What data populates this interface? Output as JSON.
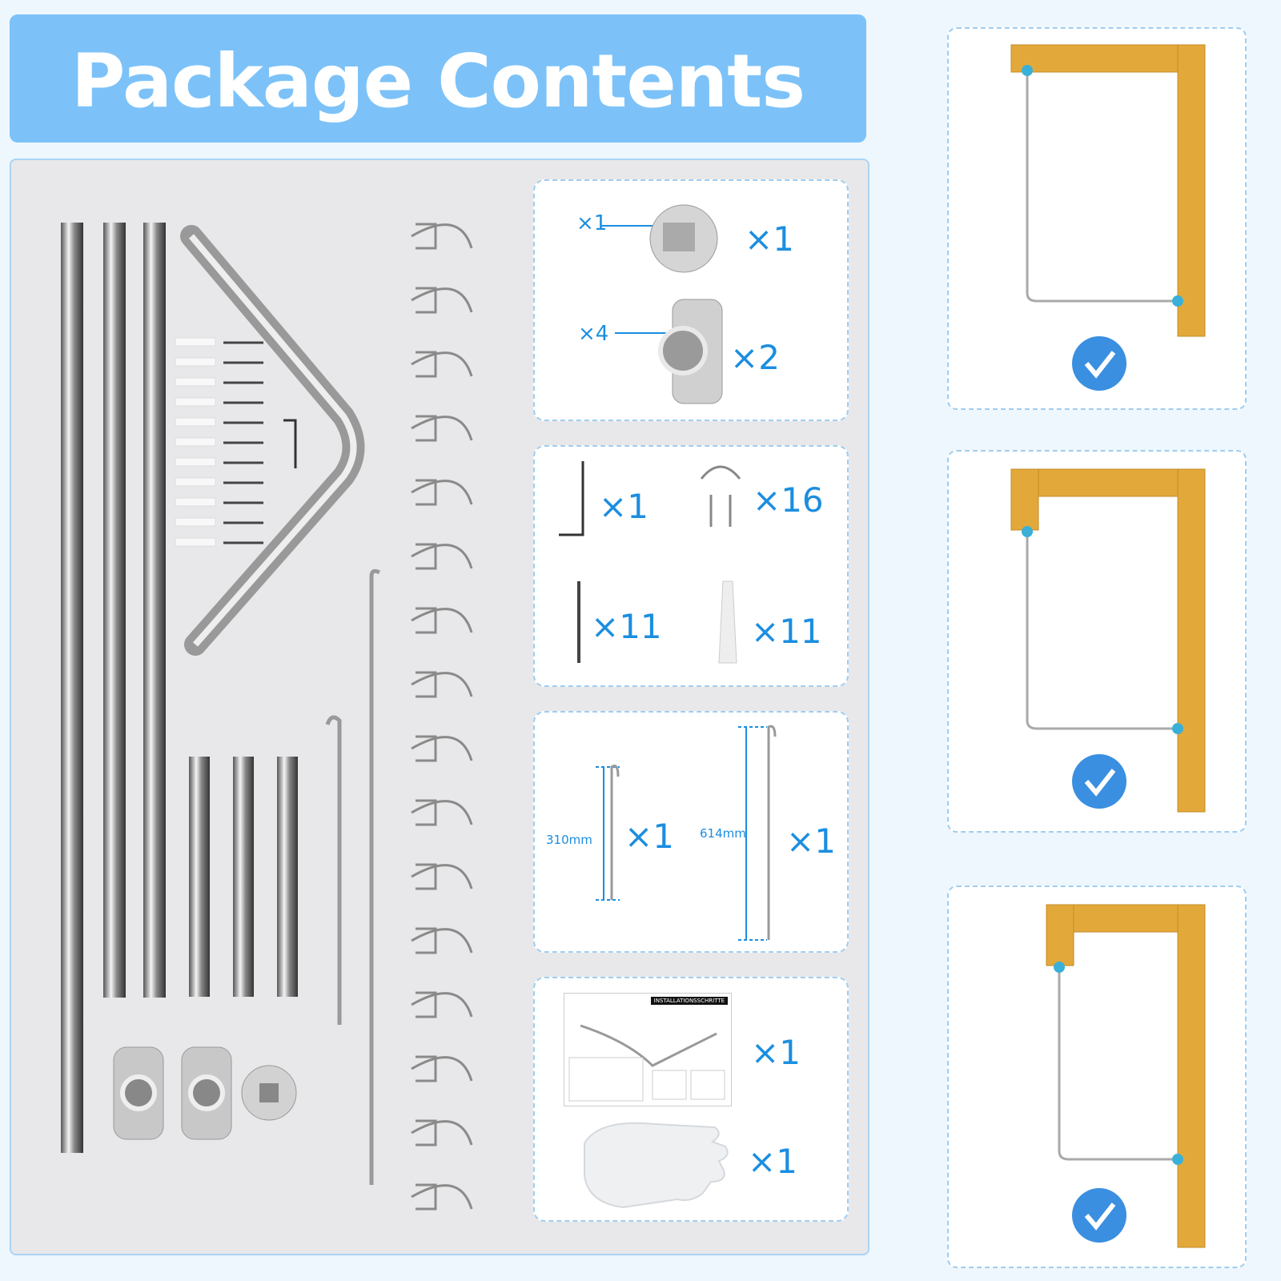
{
  "header": {
    "title": "Package Contents"
  },
  "cards": {
    "mounts": {
      "round_inner": "×1",
      "round_qty": "×1",
      "bracket_inner": "×4",
      "bracket_qty": "×2"
    },
    "small_parts": {
      "allen_key": "×1",
      "hooks": "×16",
      "screws": "×11",
      "anchors": "×11"
    },
    "support_rods": {
      "short_len": "310mm",
      "short_qty": "×1",
      "long_len": "614mm",
      "long_qty": "×1"
    },
    "extras": {
      "manual_qty": "×1",
      "glove_qty": "×1",
      "manual_heading": "INSTALLATIONSSCHRITTE"
    }
  },
  "colors": {
    "accent": "#1b8ee0",
    "banner": "#7cc2f8",
    "brick": "#e2a93a",
    "check": "#3a8fe0"
  }
}
